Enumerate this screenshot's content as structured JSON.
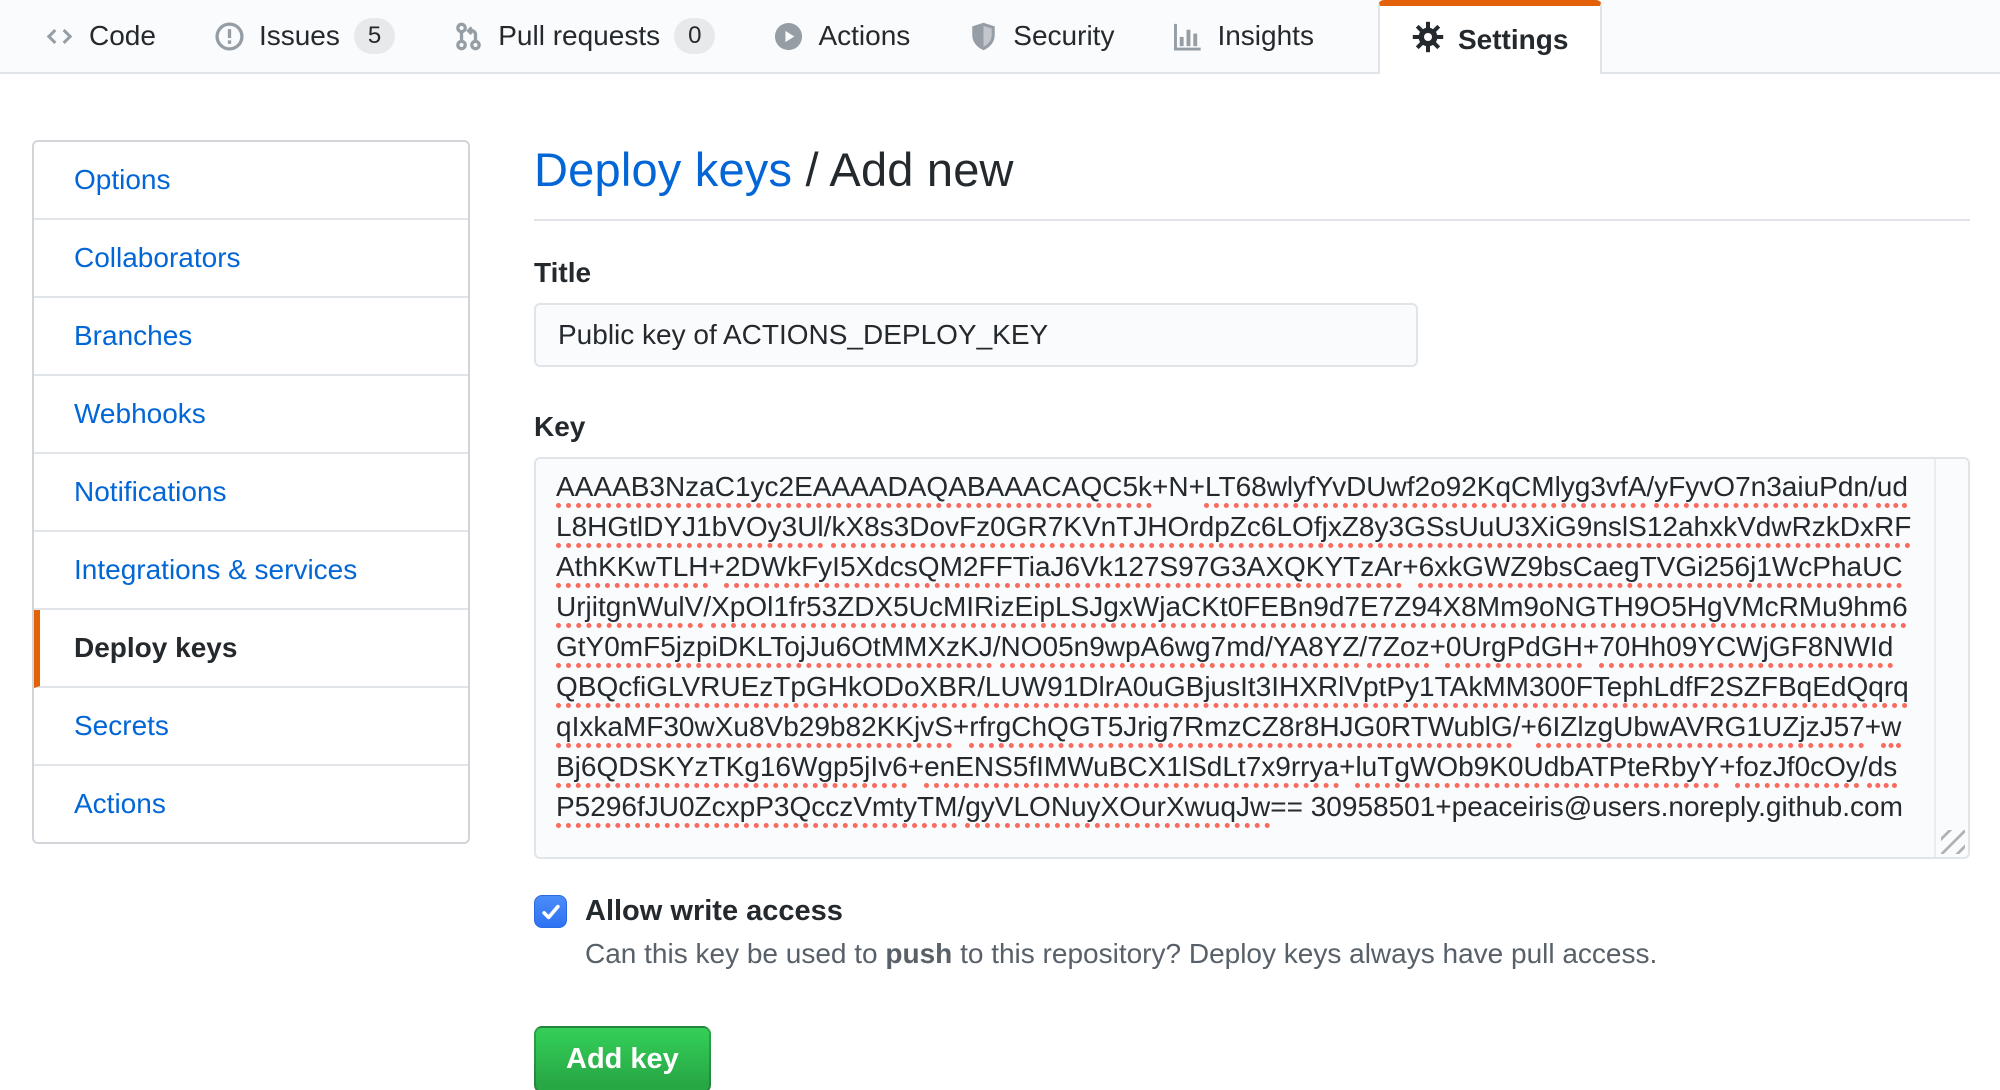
{
  "nav": {
    "tabs": [
      {
        "label": "Code",
        "icon": "code-icon"
      },
      {
        "label": "Issues",
        "icon": "issue-opened-icon",
        "count": "5"
      },
      {
        "label": "Pull requests",
        "icon": "git-pull-request-icon",
        "count": "0"
      },
      {
        "label": "Actions",
        "icon": "play-icon"
      },
      {
        "label": "Security",
        "icon": "shield-icon"
      },
      {
        "label": "Insights",
        "icon": "graph-icon"
      },
      {
        "label": "Settings",
        "icon": "gear-icon",
        "active": true
      }
    ]
  },
  "sidebar": {
    "items": [
      {
        "label": "Options"
      },
      {
        "label": "Collaborators"
      },
      {
        "label": "Branches"
      },
      {
        "label": "Webhooks"
      },
      {
        "label": "Notifications"
      },
      {
        "label": "Integrations & services"
      },
      {
        "label": "Deploy keys",
        "active": true
      },
      {
        "label": "Secrets"
      },
      {
        "label": "Actions"
      }
    ]
  },
  "page": {
    "breadcrumb_link": "Deploy keys",
    "breadcrumb_separator": " / ",
    "breadcrumb_current": "Add new"
  },
  "form": {
    "title": {
      "label": "Title",
      "value": "Public key of ACTIONS_DEPLOY_KEY"
    },
    "key": {
      "label": "Key",
      "value": "AAAAB3NzaC1yc2EAAAADAQABAAACAQC5k+N+LT68wlyfYvDUwf2o92KqCMlyg3vfA/yFyvO7n3aiuPdn/udL8HGtlDYJ1bVOy3Ul/kX8s3DovFz0GR7KVnTJHOrdpZc6LOfjxZ8y3GSsUuU3XiG9nslS12ahxkVdwRzkDxRFAthKKwTLH+2DWkFyI5XdcsQM2FFTiaJ6Vk127S97G3AXQKYTzAr+6xkGWZ9bsCaegTVGi256j1WcPhaUCUrjitgnWulV/XpOl1fr53ZDX5UcMIRizEipLSJgxWjaCKt0FEBn9d7E7Z94X8Mm9oNGTH9O5HgVMcRMu9hm6GtY0mF5jzpiDKLTojJu6OtMMXzKJ/NO05n9wpA6wg7md/YA8YZ/7Zoz+0UrgPdGH+70Hh09YCWjGF8NWIdQBQcfiGLVRUEzTpGHkODoXBR/LUW91DlrA0uGBjusIt3IHXRlVptPy1TAkMM300FTephLdfF2SZFBqEdQqrqqIxkaMF30wXu8Vb29b82KKjvS+rfrgChQGT5Jrig7RmzCZ8r8HJG0RTWublG/+6IZlzgUbwAVRG1UZjzJ57+wBj6QDSKYzTKg16Wgp5jIv6+enENS5fIMWuBCX1lSdLt7x9rrya+luTgWOb9K0UdbATPteRbyY+fozJf0cOy/dsP5296fJU0ZcxpP3QcczVmtyTM/gyVLONuyXOurXwuqJw==",
      "comment": "30958501+peaceiris@users.noreply.github.com"
    },
    "write_access": {
      "label": "Allow write access",
      "checked": true,
      "description_prefix": "Can this key be used to ",
      "description_bold": "push",
      "description_suffix": " to this repository? Deploy keys always have pull access."
    },
    "submit_label": "Add key"
  },
  "colors": {
    "accent_orange": "#e36209",
    "link_blue": "#0366d6",
    "button_green": "#28a745",
    "checkbox_blue": "#2d72f3",
    "misspell_red": "#fa6a5f"
  }
}
